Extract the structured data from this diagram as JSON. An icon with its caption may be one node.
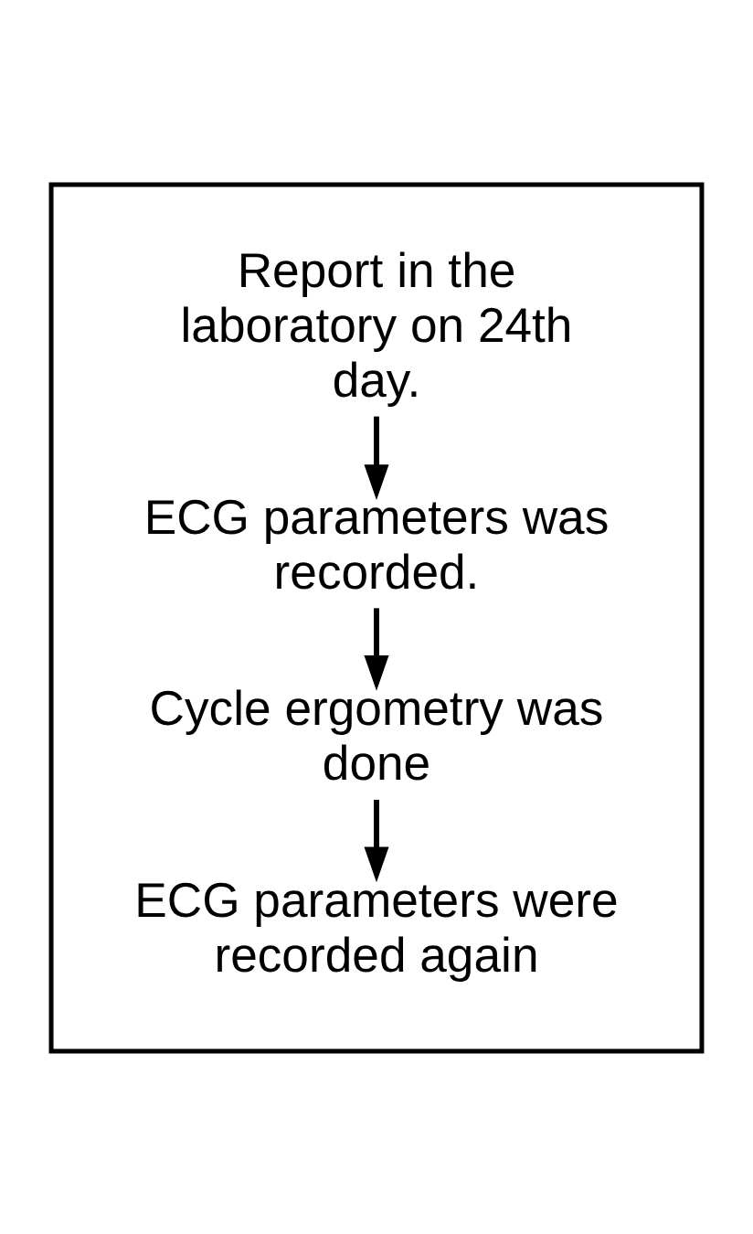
{
  "diagram": {
    "nodes": [
      {
        "text": [],
        "shape": "box"
      },
      {
        "text": [
          "Report in the laboratory on 24th day."
        ],
        "in": 0
      },
      {
        "text": [
          "ECG parameters was recorded."
        ],
        "in": 0
      },
      {
        "text": [
          "Cycle ergometry was done"
        ],
        "in": 0
      },
      {
        "text": [
          "ECG parameters were recorded again"
        ],
        "in": 0
      }
    ],
    "edges": [
      {
        "from": 1,
        "to": 2,
        "arrow": "to"
      },
      {
        "from": 2,
        "to": 3,
        "arrow": "to"
      },
      {
        "from": 3,
        "to": 4,
        "arrow": "to"
      }
    ]
  }
}
